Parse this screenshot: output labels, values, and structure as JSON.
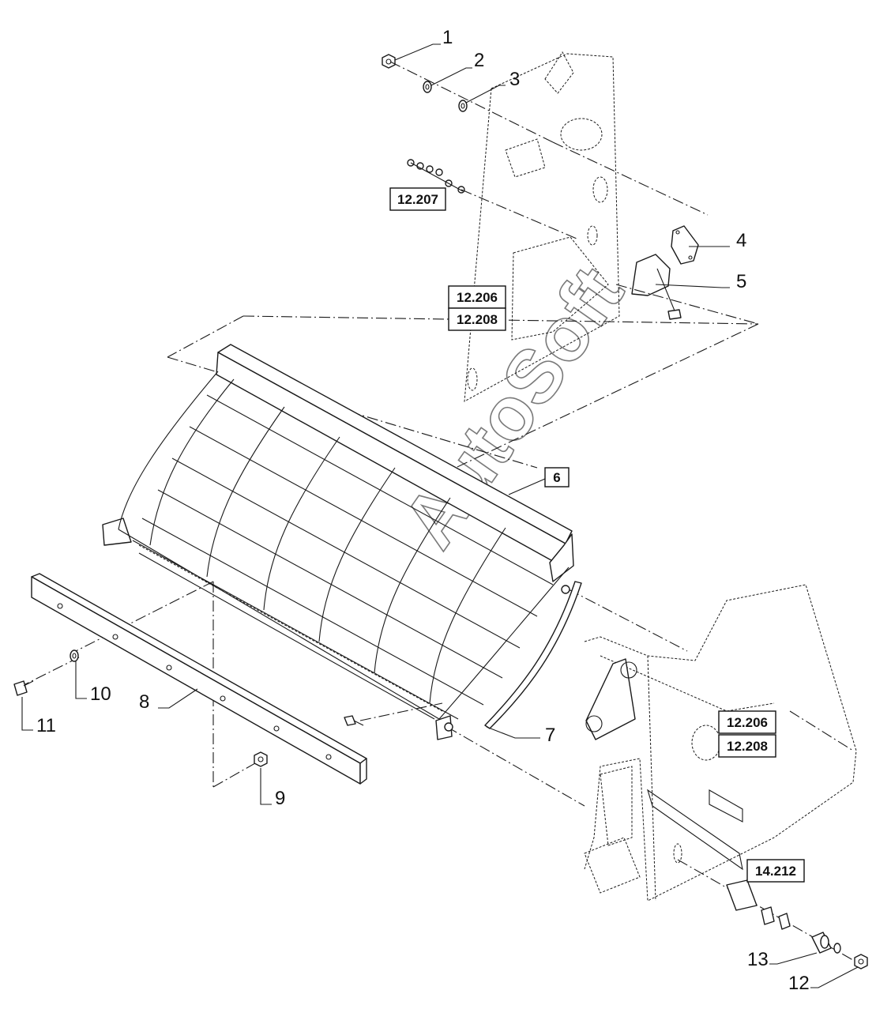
{
  "callouts": {
    "c1": "1",
    "c2": "2",
    "c3": "3",
    "c4": "4",
    "c5": "5",
    "c7": "7",
    "c8": "8",
    "c9": "9",
    "c10": "10",
    "c11": "11",
    "c12": "12",
    "c13": "13"
  },
  "boxed_refs": {
    "r6": "6",
    "r12207": "12.207",
    "r12206_top": "12.206",
    "r12208_top": "12.208",
    "r12206_bottom": "12.206",
    "r12208_bottom": "12.208",
    "r14212": "14.212"
  },
  "watermark": "AutoSoft"
}
